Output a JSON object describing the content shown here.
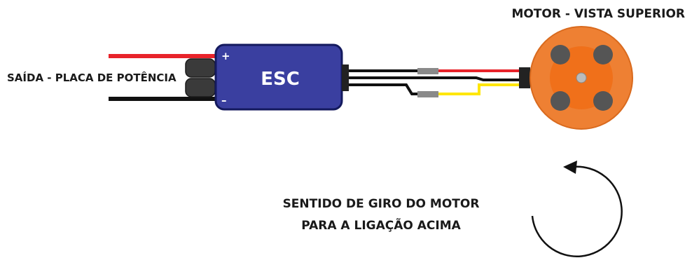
{
  "labels": {
    "power_board": "SAÍDA - PLACA DE POTÊNCIA",
    "esc": "ESC",
    "plus": "+",
    "minus": "–",
    "motor_title": "MOTOR - VISTA SUPERIOR",
    "rotation_line1": "SENTIDO DE GIRO DO MOTOR",
    "rotation_line2": "PARA A LIGAÇÃO ACIMA"
  },
  "colors": {
    "wire_positive": "#e8232a",
    "wire_negative": "#111111",
    "wire_signal_yellow": "#ffe600",
    "esc_body": "#3a3fa0",
    "motor_outer": "#ee8033",
    "motor_inner": "#f0701a",
    "motor_screws": "#555555"
  },
  "rotation_direction": "counterclockwise"
}
